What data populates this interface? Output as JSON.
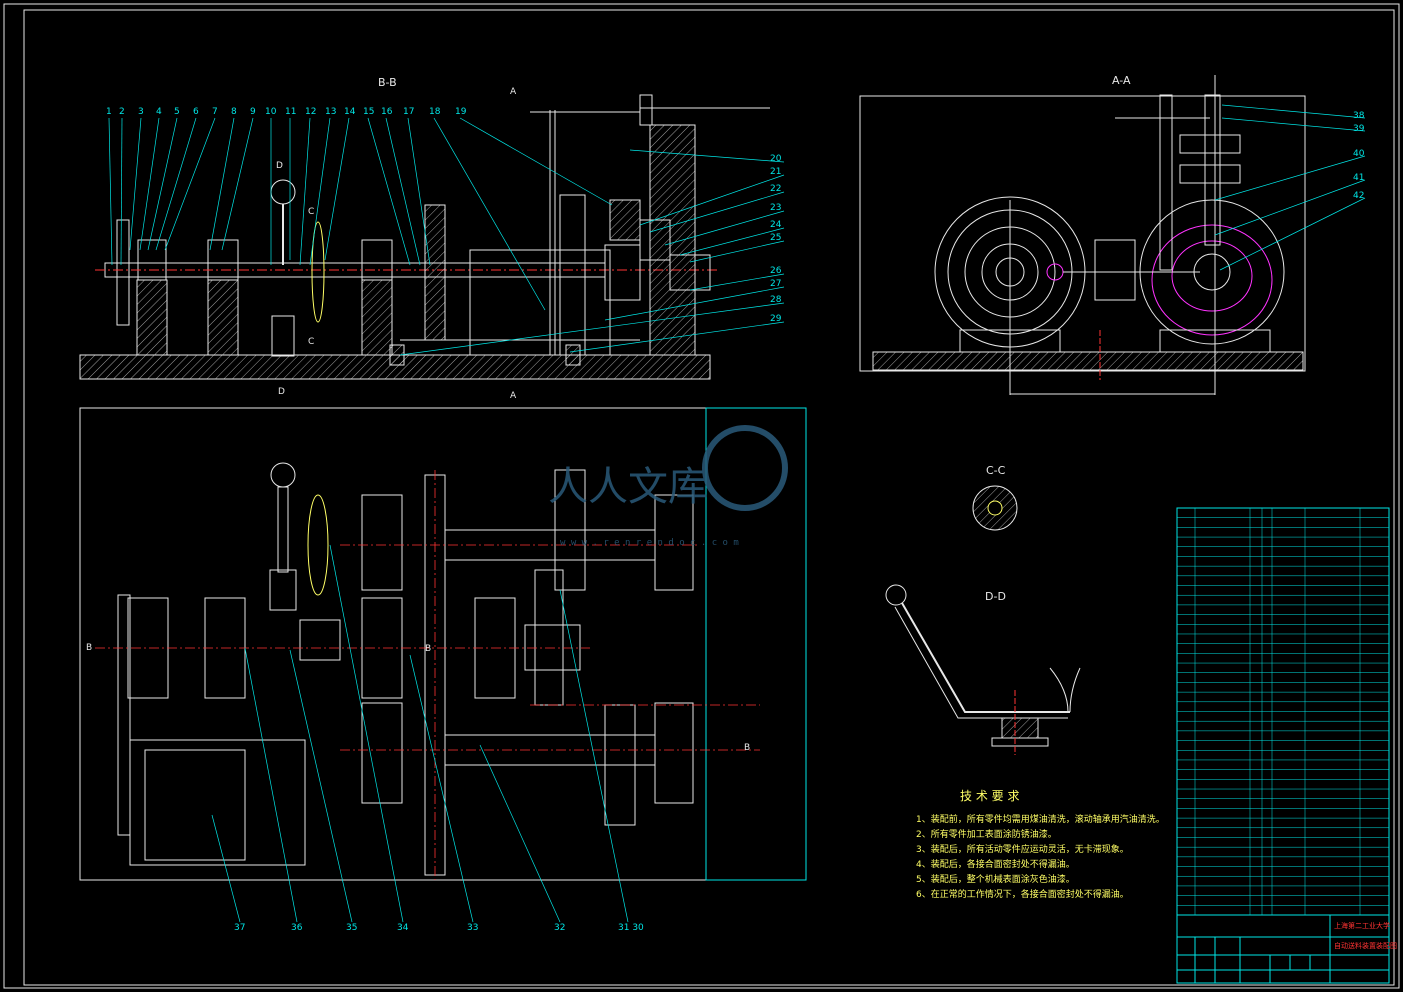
{
  "views": {
    "bb_label": "B-B",
    "aa_label": "A-A",
    "cc_label": "C-C",
    "dd_label": "D-D",
    "cut_a_top": "A",
    "cut_a_bottom": "A",
    "cut_d_top": "D",
    "cut_d_bottom": "D",
    "cut_c_top": "C",
    "cut_c_bottom": "C",
    "cut_b_left": "B",
    "cut_b_right": "B",
    "cut_b_mid": "B"
  },
  "part_numbers_top": [
    "1",
    "2",
    "3",
    "4",
    "5",
    "6",
    "7",
    "8",
    "9",
    "10",
    "11",
    "12",
    "13",
    "14",
    "15",
    "16",
    "17",
    "18",
    "19"
  ],
  "part_numbers_right": [
    "20",
    "21",
    "22",
    "23",
    "24",
    "25",
    "26",
    "27",
    "28",
    "29"
  ],
  "part_numbers_aa": [
    "38",
    "39",
    "40",
    "41",
    "42"
  ],
  "part_numbers_bottom": [
    "37",
    "36",
    "35",
    "34",
    "33",
    "32",
    "31 30"
  ],
  "tech_requirements": {
    "title": "技 术 要 求",
    "items": [
      "1、装配前，所有零件均需用煤油清洗，滚动轴承用汽油清洗。",
      "2、所有零件加工表面涂防锈油漆。",
      "3、装配后，所有活动零件应运动灵活，无卡滞现象。",
      "4、装配后，各接合面密封处不得漏油。",
      "5、装配后，整个机械表面涂灰色油漆。",
      "6、在正常的工作情况下，各接合面密封处不得漏油。"
    ]
  },
  "title_block": {
    "school": "上海第二工业大学",
    "drawing": "自动送料装置装配图"
  },
  "watermark": {
    "brand": "人人文库",
    "url": "w w w . r e n r e n d o c . c o m"
  },
  "colors": {
    "cyan": "#00e6e6",
    "white": "#e8e8e8",
    "red": "#ff3333",
    "yellow": "#ffff66",
    "magenta": "#ff33ff"
  }
}
